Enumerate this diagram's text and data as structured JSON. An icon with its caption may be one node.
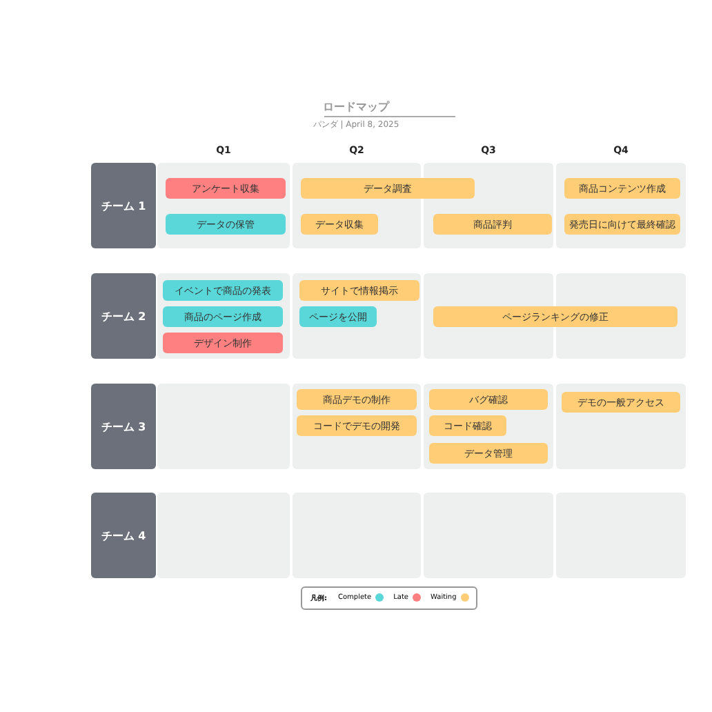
{
  "diagram": {
    "title": "ロードマップ",
    "caption": "パンダ | April 8, 2025",
    "nodes": [
      {
        "text": [
          "チーム 1"
        ]
      },
      {
        "text": [
          "アンケート収集"
        ]
      },
      {
        "text": [
          "データ調査"
        ]
      },
      {
        "text": [
          "商品コンテンツ作成"
        ]
      },
      {
        "text": [
          "データの保管"
        ]
      },
      {
        "text": [
          "データ収集"
        ]
      },
      {
        "text": [
          "商品評判"
        ]
      },
      {
        "text": [
          "発売日に向けて最終確認"
        ]
      },
      {
        "text": [
          "チーム 2"
        ]
      },
      {
        "text": [
          "イベントで商品の発表"
        ]
      },
      {
        "text": [
          "サイトで情報掲示"
        ]
      },
      {
        "text": [
          "商品のページ作成"
        ]
      },
      {
        "text": [
          "ページを公開"
        ]
      },
      {
        "text": [
          "ページランキングの修正"
        ]
      },
      {
        "text": [
          "デザイン制作"
        ]
      },
      {
        "text": [
          "チーム 3"
        ]
      },
      {
        "text": [
          "商品デモの制作"
        ]
      },
      {
        "text": [
          "バグ確認"
        ]
      },
      {
        "text": [
          "デモの一般アクセス"
        ]
      },
      {
        "text": [
          "コードでデモの開発"
        ]
      },
      {
        "text": [
          "コード確認"
        ]
      },
      {
        "text": [
          "データ管理"
        ]
      },
      {
        "text": [
          "チーム 4"
        ]
      }
    ],
    "labels": [
      "Q1",
      "Q2",
      "Q3",
      "Q4",
      "凡例:"
    ],
    "legend": [
      {
        "text": "Complete",
        "color": "#5ad7d8"
      },
      {
        "text": "Late",
        "color": "#ff8080"
      },
      {
        "text": "Waiting",
        "color": "#ffcd76"
      }
    ]
  }
}
